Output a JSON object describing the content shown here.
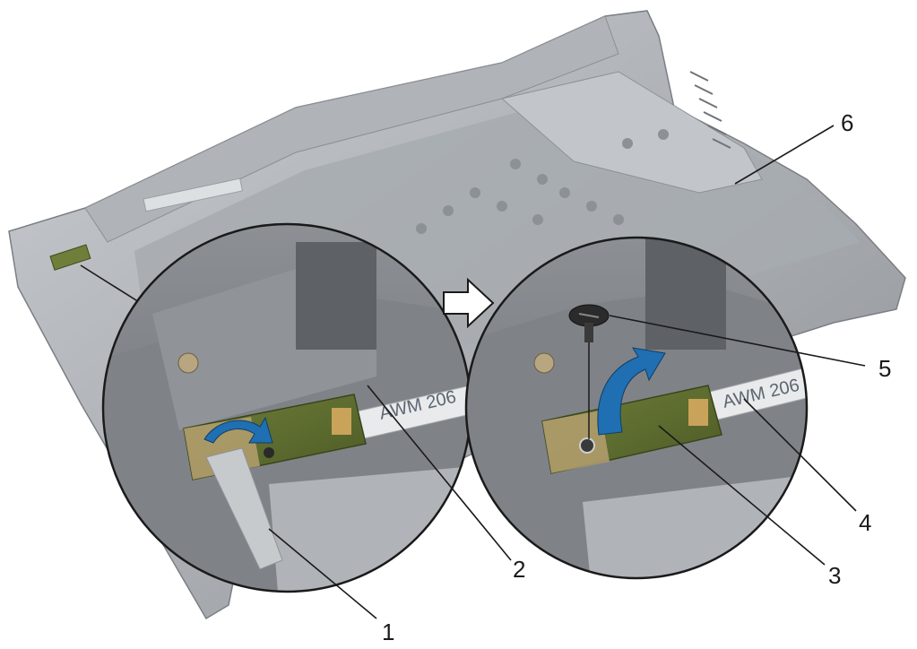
{
  "callouts": [
    {
      "id": "1",
      "label": "1"
    },
    {
      "id": "2",
      "label": "2"
    },
    {
      "id": "3",
      "label": "3"
    },
    {
      "id": "4",
      "label": "4"
    },
    {
      "id": "5",
      "label": "5"
    },
    {
      "id": "6",
      "label": "6"
    }
  ],
  "cable_text": {
    "left": "AWM 206",
    "right": "AWM 206"
  },
  "colors": {
    "arrow_blue": "#1f6fb2",
    "board_green": "#5a6b2e",
    "chassis_gray": "#9a9ea3",
    "bracket_silver": "#b9bec4"
  }
}
